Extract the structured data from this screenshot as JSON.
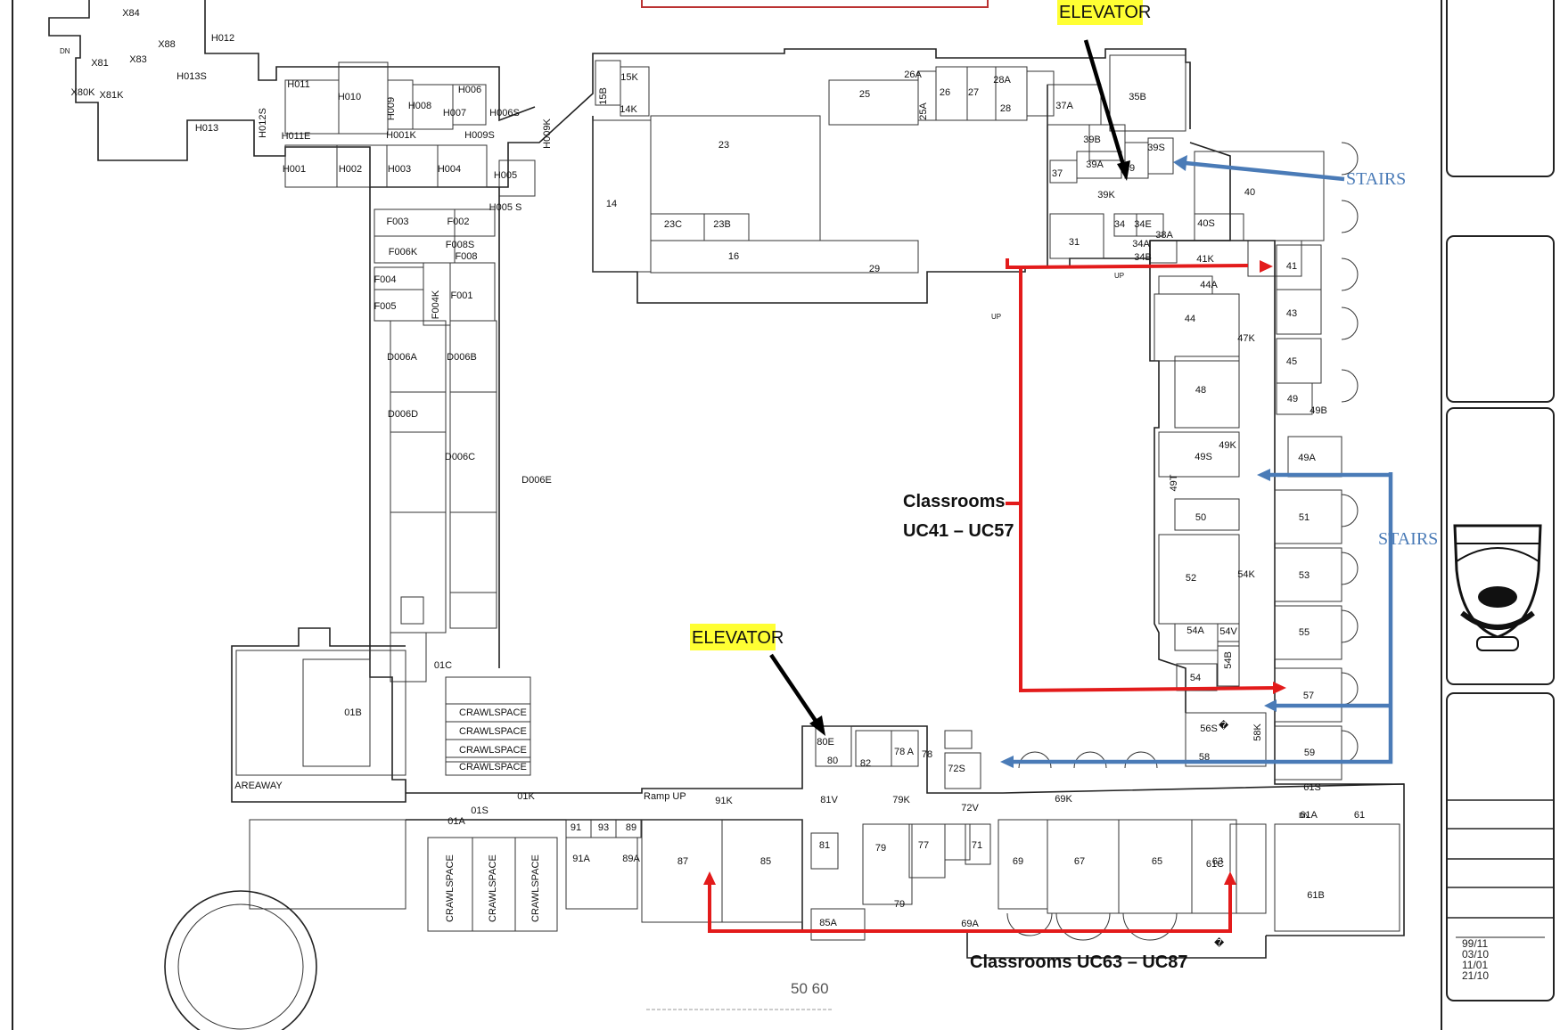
{
  "floorplan": {
    "rooms": [
      {
        "id": "x84",
        "label": "X84"
      },
      {
        "id": "h012",
        "label": "H012"
      },
      {
        "id": "x88",
        "label": "X88"
      },
      {
        "id": "x83",
        "label": "X83"
      },
      {
        "id": "x81",
        "label": "X81"
      },
      {
        "id": "x81k",
        "label": "X81K"
      },
      {
        "id": "x80k",
        "label": "X80K"
      },
      {
        "id": "h013s",
        "label": "H013S"
      },
      {
        "id": "h013",
        "label": "H013"
      },
      {
        "id": "h012s",
        "label": "H012S"
      },
      {
        "id": "h011",
        "label": "H011"
      },
      {
        "id": "h010",
        "label": "H010"
      },
      {
        "id": "h009",
        "label": "H009"
      },
      {
        "id": "h008",
        "label": "H008"
      },
      {
        "id": "h007",
        "label": "H007"
      },
      {
        "id": "h006",
        "label": "H006"
      },
      {
        "id": "h006s",
        "label": "H006S"
      },
      {
        "id": "h001k",
        "label": "H001K"
      },
      {
        "id": "h011e",
        "label": "H011E"
      },
      {
        "id": "h009s",
        "label": "H009S"
      },
      {
        "id": "h009k",
        "label": "H009K"
      },
      {
        "id": "h001",
        "label": "H001"
      },
      {
        "id": "h002",
        "label": "H002"
      },
      {
        "id": "h003",
        "label": "H003"
      },
      {
        "id": "h004",
        "label": "H004"
      },
      {
        "id": "h005",
        "label": "H005"
      },
      {
        "id": "h005s",
        "label": "H005 S"
      },
      {
        "id": "f003",
        "label": "F003"
      },
      {
        "id": "f002",
        "label": "F002"
      },
      {
        "id": "f006k",
        "label": "F006K"
      },
      {
        "id": "f008s",
        "label": "F008S"
      },
      {
        "id": "f008",
        "label": "F008"
      },
      {
        "id": "f004",
        "label": "F004"
      },
      {
        "id": "f004k",
        "label": "F004K"
      },
      {
        "id": "f001",
        "label": "F001"
      },
      {
        "id": "f005",
        "label": "F005"
      },
      {
        "id": "d006a",
        "label": "D006A"
      },
      {
        "id": "d006b",
        "label": "D006B"
      },
      {
        "id": "d006d",
        "label": "D006D"
      },
      {
        "id": "d006c",
        "label": "D006C"
      },
      {
        "id": "d006e",
        "label": "D006E"
      },
      {
        "id": "r15b",
        "label": "15B"
      },
      {
        "id": "r15k",
        "label": "15K"
      },
      {
        "id": "r14k",
        "label": "14K"
      },
      {
        "id": "r14",
        "label": "14"
      },
      {
        "id": "r23",
        "label": "23"
      },
      {
        "id": "r23c",
        "label": "23C"
      },
      {
        "id": "r23b",
        "label": "23B"
      },
      {
        "id": "r16",
        "label": "16"
      },
      {
        "id": "r29",
        "label": "29"
      },
      {
        "id": "r25",
        "label": "25"
      },
      {
        "id": "r25a",
        "label": "25A"
      },
      {
        "id": "r26a",
        "label": "26A"
      },
      {
        "id": "r26",
        "label": "26"
      },
      {
        "id": "r27",
        "label": "27"
      },
      {
        "id": "r28a",
        "label": "28A"
      },
      {
        "id": "r28",
        "label": "28"
      },
      {
        "id": "r37a",
        "label": "37A"
      },
      {
        "id": "r35b",
        "label": "35B"
      },
      {
        "id": "r39b",
        "label": "39B"
      },
      {
        "id": "r39a",
        "label": "39A"
      },
      {
        "id": "r39",
        "label": "39"
      },
      {
        "id": "r39s",
        "label": "39S"
      },
      {
        "id": "r37",
        "label": "37"
      },
      {
        "id": "r39k",
        "label": "39K"
      },
      {
        "id": "r31",
        "label": "31"
      },
      {
        "id": "r34",
        "label": "34"
      },
      {
        "id": "r34e",
        "label": "34E"
      },
      {
        "id": "r34a",
        "label": "34A"
      },
      {
        "id": "r34b",
        "label": "34B"
      },
      {
        "id": "r38a",
        "label": "38A"
      },
      {
        "id": "r40",
        "label": "40"
      },
      {
        "id": "r40s",
        "label": "40S"
      },
      {
        "id": "r41k",
        "label": "41K"
      },
      {
        "id": "r41",
        "label": "41"
      },
      {
        "id": "r44a",
        "label": "44A"
      },
      {
        "id": "r44",
        "label": "44"
      },
      {
        "id": "r43",
        "label": "43"
      },
      {
        "id": "r47k",
        "label": "47K"
      },
      {
        "id": "r45",
        "label": "45"
      },
      {
        "id": "r48",
        "label": "48"
      },
      {
        "id": "r49",
        "label": "49"
      },
      {
        "id": "r49b",
        "label": "49B"
      },
      {
        "id": "r49k",
        "label": "49K"
      },
      {
        "id": "r49s",
        "label": "49S"
      },
      {
        "id": "r49a",
        "label": "49A"
      },
      {
        "id": "r49t",
        "label": "49T"
      },
      {
        "id": "r50",
        "label": "50"
      },
      {
        "id": "r51",
        "label": "51"
      },
      {
        "id": "r52",
        "label": "52"
      },
      {
        "id": "r54k",
        "label": "54K"
      },
      {
        "id": "r53",
        "label": "53"
      },
      {
        "id": "r54a",
        "label": "54A"
      },
      {
        "id": "r54v",
        "label": "54V"
      },
      {
        "id": "r54b",
        "label": "54B"
      },
      {
        "id": "r55",
        "label": "55"
      },
      {
        "id": "r54",
        "label": "54"
      },
      {
        "id": "r57",
        "label": "57"
      },
      {
        "id": "r56s",
        "label": "56S"
      },
      {
        "id": "r58k",
        "label": "58K"
      },
      {
        "id": "r59",
        "label": "59"
      },
      {
        "id": "r58",
        "label": "58"
      },
      {
        "id": "r61s",
        "label": "61S"
      },
      {
        "id": "r61a",
        "label": "61A"
      },
      {
        "id": "r61",
        "label": "61"
      },
      {
        "id": "r61c",
        "label": "61C"
      },
      {
        "id": "r61b",
        "label": "61B"
      },
      {
        "id": "r01b",
        "label": "01B"
      },
      {
        "id": "r01c",
        "label": "01C"
      },
      {
        "id": "areaway",
        "label": "AREAWAY"
      },
      {
        "id": "r01s",
        "label": "01S"
      },
      {
        "id": "r01k",
        "label": "01K"
      },
      {
        "id": "r01a",
        "label": "01A"
      },
      {
        "id": "r91",
        "label": "91"
      },
      {
        "id": "r93",
        "label": "93"
      },
      {
        "id": "r89",
        "label": "89"
      },
      {
        "id": "r91a",
        "label": "91A"
      },
      {
        "id": "r89a",
        "label": "89A"
      },
      {
        "id": "r91k",
        "label": "91K"
      },
      {
        "id": "r87",
        "label": "87"
      },
      {
        "id": "r85",
        "label": "85"
      },
      {
        "id": "r85a",
        "label": "85A"
      },
      {
        "id": "r81v",
        "label": "81V"
      },
      {
        "id": "r81",
        "label": "81"
      },
      {
        "id": "r80e",
        "label": "80E"
      },
      {
        "id": "r80",
        "label": "80"
      },
      {
        "id": "r82",
        "label": "82"
      },
      {
        "id": "r78a",
        "label": "78 A"
      },
      {
        "id": "r78",
        "label": "78"
      },
      {
        "id": "r79k",
        "label": "79K"
      },
      {
        "id": "r79",
        "label": "79"
      },
      {
        "id": "r79b",
        "label": "79"
      },
      {
        "id": "r77",
        "label": "77"
      },
      {
        "id": "r72s",
        "label": "72S"
      },
      {
        "id": "r72v",
        "label": "72V"
      },
      {
        "id": "r71",
        "label": "71"
      },
      {
        "id": "r69k",
        "label": "69K"
      },
      {
        "id": "r69",
        "label": "69"
      },
      {
        "id": "r69a",
        "label": "69A"
      },
      {
        "id": "r67",
        "label": "67"
      },
      {
        "id": "r65",
        "label": "65"
      },
      {
        "id": "r63",
        "label": "63"
      }
    ],
    "crawlspace_labels": [
      "CRAWLSPACE",
      "CRAWLSPACE",
      "CRAWLSPACE",
      "CRAWLSPACE"
    ],
    "crawlspace_vertical": [
      "CRAWLSPACE",
      "CRAWLSPACE",
      "CRAWLSPACE"
    ],
    "ramp_label": "Ramp  UP",
    "up_label": "UP",
    "dn_label": "DN",
    "unknown_glyph": "�"
  },
  "annotations": {
    "elevator_top": "ELEVATOR",
    "elevator_bottom": "ELEVATOR",
    "stairs_top": "STAIRS",
    "stairs_right": "STAIRS",
    "classrooms_upper_line1": "Classrooms",
    "classrooms_upper_line2": "UC41 – UC57",
    "classrooms_lower": "Classrooms UC63 – UC87"
  },
  "scale_label": "50  60",
  "revision_dates": [
    "99/11",
    "03/10",
    "11/01",
    "21/10"
  ],
  "colors": {
    "highlight_yellow": "#ffff33",
    "arrow_red": "#e31b1b",
    "arrow_blue": "#4a7bb7",
    "arrow_black": "#000000"
  }
}
